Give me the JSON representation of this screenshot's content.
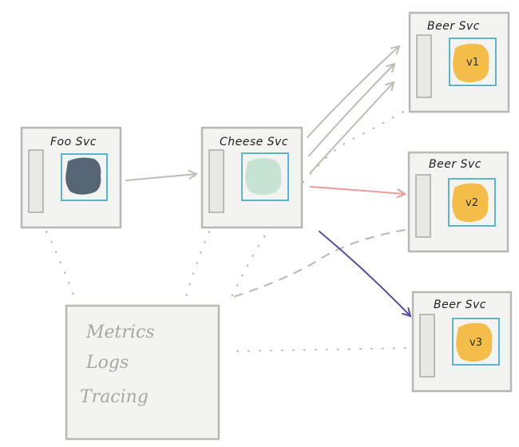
{
  "services": {
    "foo": {
      "title": "Foo Svc"
    },
    "cheese": {
      "title": "Cheese Svc"
    },
    "beer_v1": {
      "title": "Beer Svc",
      "version": "v1"
    },
    "beer_v2": {
      "title": "Beer Svc",
      "version": "v2"
    },
    "beer_v3": {
      "title": "Beer Svc",
      "version": "v3"
    }
  },
  "observability": {
    "lines": [
      "Metrics",
      "Logs",
      "Tracing"
    ]
  },
  "colors": {
    "box_fill": "#f3f3f1",
    "box_stroke": "#b8b7b1",
    "inner_stroke": "#5fb3c9",
    "foo_blob": "#4a5a6a",
    "cheese_blob": "#c6e3d4",
    "beer_blob": "#f4bd4a",
    "arrow_gray": "#bdbdb6",
    "arrow_red": "#ec9a9a",
    "arrow_purple": "#5b4b9b",
    "dotted": "#b9b9b4"
  }
}
